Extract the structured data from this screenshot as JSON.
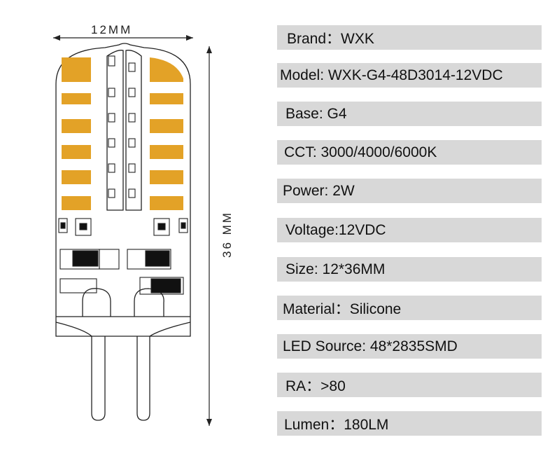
{
  "dimensions": {
    "width_label": "12MM",
    "height_label": "36 MM"
  },
  "specs": [
    {
      "text": "Brand：WXK"
    },
    {
      "text": "Model: WXK-G4-48D3014-12VDC"
    },
    {
      "text": "Base: G4"
    },
    {
      "text": "CCT: 3000/4000/6000K"
    },
    {
      "text": "Power: 2W"
    },
    {
      "text": "Voltage:12VDC"
    },
    {
      "text": "Size: 12*36MM"
    },
    {
      "text": "Material：Silicone"
    },
    {
      "text": "LED Source: 48*2835SMD"
    },
    {
      "text": "RA：>80"
    },
    {
      "text": "Lumen：180LM"
    }
  ],
  "colors": {
    "led": "#e3a227",
    "spec_bg": "#d8d8d8",
    "line": "#222222"
  }
}
